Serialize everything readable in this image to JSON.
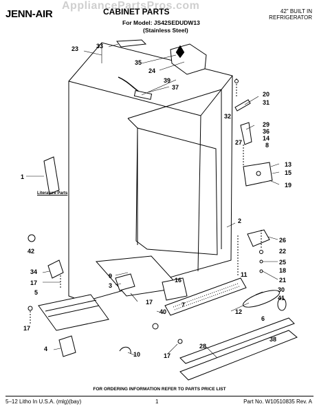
{
  "header": {
    "logo": "JENN-AIR",
    "watermark": "AppliancePartsPros.com",
    "title": "CABINET PARTS",
    "model_line": "For Model: JS42SEDUDW13",
    "model_variant": "(Stainless Steel)",
    "product_line1": "42\" BUILT IN",
    "product_line2": "REFRIGERATOR"
  },
  "diagram": {
    "literature_label": "Literature Parts",
    "callouts": [
      {
        "id": "c23",
        "text": "23"
      },
      {
        "id": "c33",
        "text": "33"
      },
      {
        "id": "c35",
        "text": "35"
      },
      {
        "id": "c24",
        "text": "24"
      },
      {
        "id": "c39",
        "text": "39"
      },
      {
        "id": "c37",
        "text": "37"
      },
      {
        "id": "c20",
        "text": "20"
      },
      {
        "id": "c31",
        "text": "31"
      },
      {
        "id": "c32",
        "text": "32"
      },
      {
        "id": "c29",
        "text": "29"
      },
      {
        "id": "c36",
        "text": "36"
      },
      {
        "id": "c14",
        "text": "14"
      },
      {
        "id": "c8",
        "text": "8"
      },
      {
        "id": "c27",
        "text": "27"
      },
      {
        "id": "c13",
        "text": "13"
      },
      {
        "id": "c15",
        "text": "15"
      },
      {
        "id": "c19",
        "text": "19"
      },
      {
        "id": "c1",
        "text": "1"
      },
      {
        "id": "c2",
        "text": "2"
      },
      {
        "id": "c26",
        "text": "26"
      },
      {
        "id": "c22",
        "text": "22"
      },
      {
        "id": "c25",
        "text": "25"
      },
      {
        "id": "c18",
        "text": "18"
      },
      {
        "id": "c21",
        "text": "21"
      },
      {
        "id": "c42",
        "text": "42"
      },
      {
        "id": "c34",
        "text": "34"
      },
      {
        "id": "c17a",
        "text": "17"
      },
      {
        "id": "c9",
        "text": "9"
      },
      {
        "id": "c3",
        "text": "3"
      },
      {
        "id": "c16",
        "text": "16"
      },
      {
        "id": "c11",
        "text": "11"
      },
      {
        "id": "c17b",
        "text": "17"
      },
      {
        "id": "c30",
        "text": "30"
      },
      {
        "id": "c41",
        "text": "41"
      },
      {
        "id": "c5",
        "text": "5"
      },
      {
        "id": "c12",
        "text": "12"
      },
      {
        "id": "c6",
        "text": "6"
      },
      {
        "id": "c40",
        "text": "40"
      },
      {
        "id": "c17c",
        "text": "17"
      },
      {
        "id": "c28",
        "text": "28"
      },
      {
        "id": "c38",
        "text": "38"
      },
      {
        "id": "c4",
        "text": "4"
      },
      {
        "id": "c10",
        "text": "10"
      },
      {
        "id": "c17d",
        "text": "17"
      },
      {
        "id": "c7",
        "text": "7"
      }
    ]
  },
  "footer": {
    "ordering_note": "FOR ORDERING INFORMATION REFER TO PARTS PRICE LIST",
    "litho": "5–12 Litho In U.S.A. (mlg)(bay)",
    "page": "1",
    "part_no": "Part No. W10510835 Rev. A"
  }
}
